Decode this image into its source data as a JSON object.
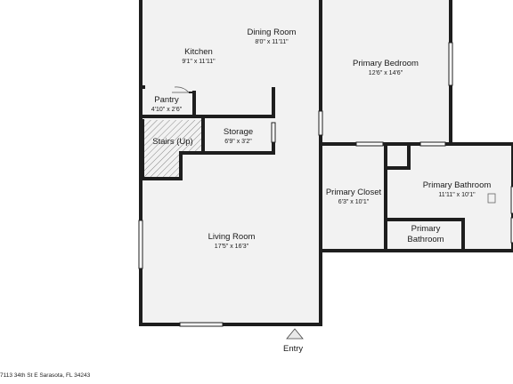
{
  "rooms": {
    "dining": {
      "name": "Dining Room",
      "dims": "8'0\" x 11'11\""
    },
    "kitchen": {
      "name": "Kitchen",
      "dims": "9'1\" x 11'11\""
    },
    "pantry": {
      "name": "Pantry",
      "dims": "4'10\" x 2'6\""
    },
    "storage": {
      "name": "Storage",
      "dims": "6'9\" x 3'2\""
    },
    "stairs": {
      "name": "Stairs (Up)"
    },
    "living": {
      "name": "Living Room",
      "dims": "17'5\" x 16'3\""
    },
    "primary_bedroom": {
      "name": "Primary Bedroom",
      "dims": "12'6\" x 14'6\""
    },
    "primary_closet": {
      "name": "Primary Closet",
      "dims": "6'3\" x 10'1\""
    },
    "primary_bathroom": {
      "name": "Primary Bathroom",
      "dims": "11'11\" x 10'1\""
    },
    "primary_bathroom_2": {
      "name": "Primary\nBathroom"
    }
  },
  "entry_label": "Entry",
  "address": "7113 34th St E Sarasota, FL 34243",
  "colors": {
    "floor": "#f2f2f2",
    "wall": "#1e1e1e",
    "window": "#bfbfbf"
  }
}
